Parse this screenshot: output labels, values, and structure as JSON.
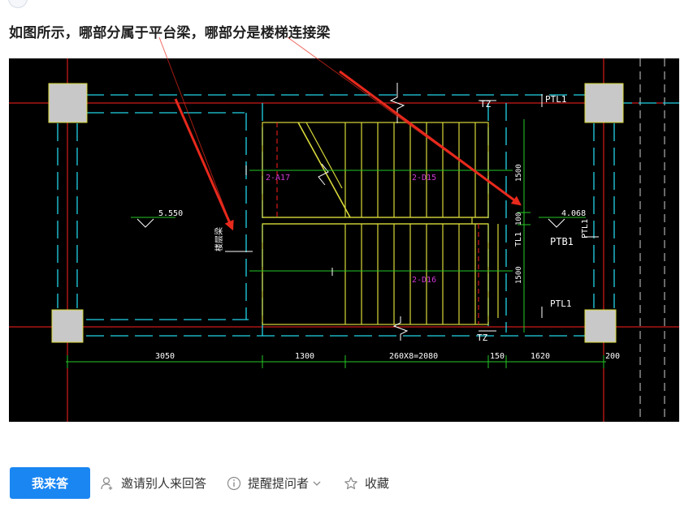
{
  "question": {
    "title": "如图所示，哪部分属于平台梁，哪部分是楼梯连接梁"
  },
  "drawing": {
    "labels": {
      "tz_top": "TZ",
      "ptl1_top": "PTL1",
      "tz_bottom": "TZ",
      "ptl1_bottom": "PTL1",
      "ptl1_right": "PTL1",
      "tl1": "TL1",
      "ptb1": "PTB1",
      "flight_upper_left": "2-A17",
      "flight_upper_right": "2-D15",
      "flight_lower": "2-D16",
      "elev_left": "5.550",
      "elev_right": "4.068",
      "floor_beam": "楼层梁",
      "dim_right_upper": "1500",
      "dim_right_mid": "100",
      "dim_right_lower": "1500"
    },
    "dimensions": [
      "3050",
      "1300",
      "260X8=2080",
      "150",
      "1620",
      "200"
    ]
  },
  "actions": {
    "answer_label": "我来答",
    "invite_label": "邀请别人来回答",
    "remind_label": "提醒提问者",
    "favorite_label": "收藏"
  },
  "colors": {
    "accent": "#1a86f2",
    "annotation_arrow": "#e8291c",
    "cad_cyan": "#22d3e6",
    "cad_yellow": "#d8d83a",
    "cad_green": "#25c826",
    "cad_red": "#ff1f1f",
    "cad_magenta": "#d23ad8"
  }
}
